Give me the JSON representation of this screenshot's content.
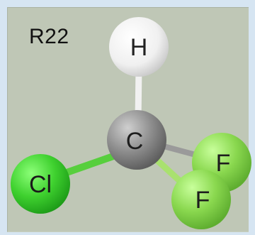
{
  "diagram": {
    "title": "R22",
    "atoms": {
      "h": {
        "symbol": "H",
        "color": "#f2f2f2"
      },
      "c": {
        "symbol": "C",
        "color": "#8f8f8f"
      },
      "cl": {
        "symbol": "Cl",
        "color": "#3fd12f"
      },
      "f1": {
        "symbol": "F",
        "color": "#8ad84f"
      },
      "f2": {
        "symbol": "F",
        "color": "#8ad84f"
      }
    }
  }
}
